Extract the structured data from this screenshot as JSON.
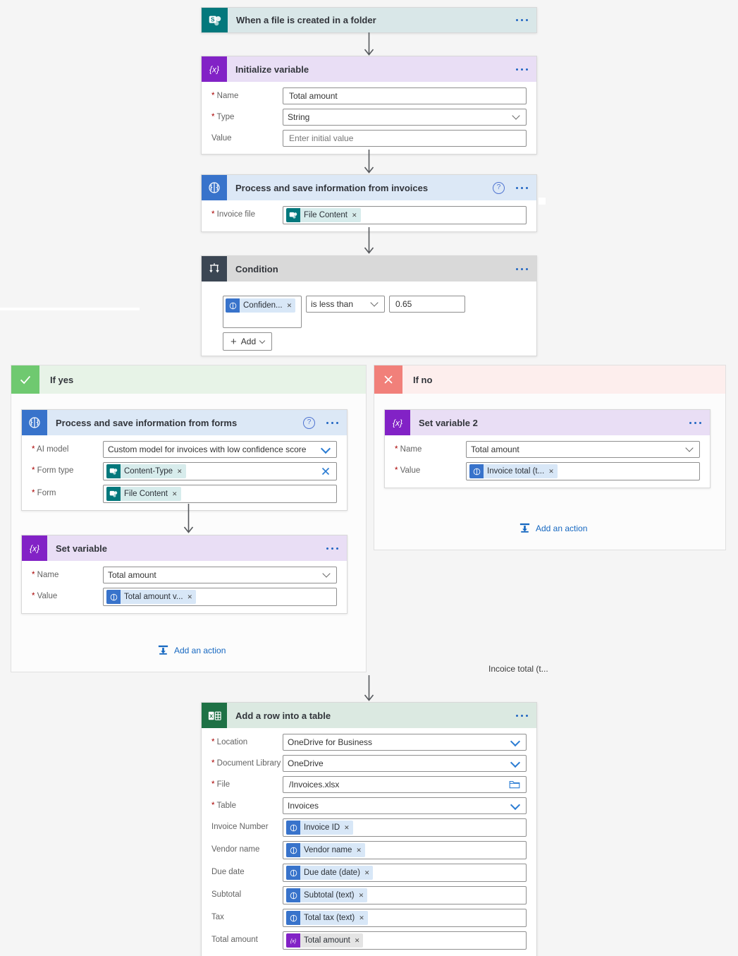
{
  "colors": {
    "sharepoint_teal": "#03787c",
    "ai_builder_blue": "#3873cb",
    "variable_purple": "#8222c6",
    "condition_slate": "#3b4653",
    "excel_green": "#1e7145",
    "if_yes_green": "#6fc970",
    "if_no_red": "#f1807a",
    "accent_blue": "#2b7cd3",
    "link_blue": "#1668c1",
    "required_red": "#a80000"
  },
  "trigger": {
    "title": "When a file is created in a folder"
  },
  "init_var": {
    "title": "Initialize variable",
    "name_label": "Name",
    "name_value": "Total amount",
    "type_label": "Type",
    "type_value": "String",
    "value_label": "Value",
    "value_placeholder": "Enter initial value"
  },
  "process_invoices": {
    "title": "Process and save information from invoices",
    "invoice_file_label": "Invoice file",
    "invoice_file_token": "File Content"
  },
  "condition": {
    "title": "Condition",
    "operand_token": "Confiden...",
    "operator_value": "is less than",
    "value": "0.65",
    "add_button_label": "Add"
  },
  "if_yes": {
    "label": "If yes",
    "process_forms": {
      "title": "Process and save information from forms",
      "ai_model_label": "AI model",
      "ai_model_value": "Custom model for invoices with low confidence score",
      "form_type_label": "Form type",
      "form_type_token": "Content-Type",
      "form_label": "Form",
      "form_token": "File Content"
    },
    "set_variable": {
      "title": "Set variable",
      "name_label": "Name",
      "name_value": "Total amount",
      "value_label": "Value",
      "value_token": "Total amount v..."
    },
    "add_action_label": "Add an action"
  },
  "if_no": {
    "label": "If no",
    "set_variable_2": {
      "title": "Set variable 2",
      "name_label": "Name",
      "name_value": "Total amount",
      "value_label": "Value",
      "value_token": "Invoice total (t..."
    },
    "add_action_label": "Add an action"
  },
  "floating_token_text": "Incoice total (t...",
  "add_row": {
    "title": "Add a row into a table",
    "location_label": "Location",
    "location_value": "OneDrive for Business",
    "library_label": "Document Library",
    "library_value": "OneDrive",
    "file_label": "File",
    "file_value": "/Invoices.xlsx",
    "table_label": "Table",
    "table_value": "Invoices",
    "dynamic_rows": [
      {
        "label": "Invoice Number",
        "token": "Invoice ID"
      },
      {
        "label": "Vendor name",
        "token": "Vendor name"
      },
      {
        "label": "Due date",
        "token": "Due date (date)"
      },
      {
        "label": "Subtotal",
        "token": "Subtotal (text)"
      },
      {
        "label": "Tax",
        "token": "Total tax (text)"
      },
      {
        "label": "Total amount",
        "token": "Total amount"
      }
    ]
  }
}
